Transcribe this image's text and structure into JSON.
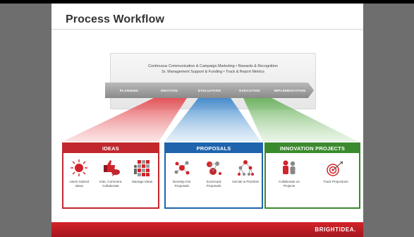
{
  "slide": {
    "title": "Process Workflow",
    "banner": {
      "line1": "Continuous Communication & Campaign Marketing  •  Rewards & Recognition",
      "line2": "Sr. Management Support & Funding  •  Track & Report Metrics"
    },
    "stages": [
      "PLANNING",
      "IDEATION",
      "EVALUATION",
      "EXECUTION",
      "IMPLEMENTATION"
    ],
    "boxes": [
      {
        "title": "IDEAS",
        "color": "#c1272d",
        "items": [
          {
            "label": "Users Submit Ideas",
            "icon": "burst-icon"
          },
          {
            "label": "Vote, Comment, Collaborate",
            "icon": "thumbs-comment-icon"
          },
          {
            "label": "Manage Ideas",
            "icon": "grid-manage-icon"
          }
        ]
      },
      {
        "title": "PROPOSALS",
        "color": "#1f64ad",
        "items": [
          {
            "label": "Develop into Proposals",
            "icon": "network-icon"
          },
          {
            "label": "Scorecard Proposals",
            "icon": "scorecard-icon"
          },
          {
            "label": "Decide & Prioritize",
            "icon": "decision-tree-icon"
          }
        ]
      },
      {
        "title": "INNOVATION PROJECTS",
        "color": "#3b8b2e",
        "items": [
          {
            "label": "Collaborate on Projects",
            "icon": "people-icon"
          },
          {
            "label": "Track Projections",
            "icon": "target-icon"
          }
        ]
      }
    ],
    "brand": "BRIGHTIDEA."
  }
}
